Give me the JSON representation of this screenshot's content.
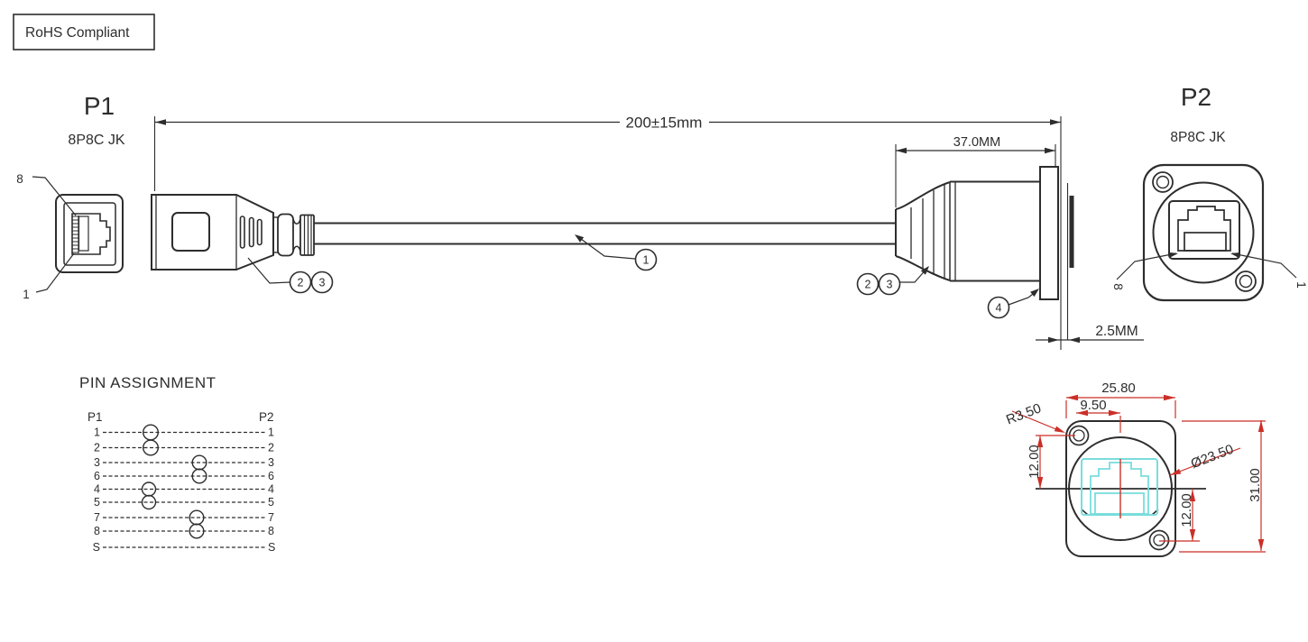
{
  "colors": {
    "line": "#2d2d2d",
    "dim_red": "#cb2f28",
    "dim_green": "#3fb23f",
    "jack_cyan": "#79dcdc"
  },
  "badge": {
    "label": "RoHS Compliant"
  },
  "p1": {
    "title": "P1",
    "subtitle": "8P8C JK",
    "pin_top_label": "8",
    "pin_bottom_label": "1"
  },
  "p2": {
    "title": "P2",
    "subtitle": "8P8C JK",
    "pin_left_label": "8",
    "pin_right_label": "1"
  },
  "dimensions": {
    "overall_length": "200±15mm",
    "connector_length": "37.0MM",
    "panel_gap": "2.5MM"
  },
  "callouts": {
    "cable": "1",
    "p1_relief_a": "2",
    "p1_relief_b": "3",
    "p2_relief_a": "2",
    "p2_relief_b": "3",
    "flange": "4"
  },
  "pin_assignment": {
    "title": "PIN  ASSIGNMENT",
    "left_header": "P1",
    "right_header": "P2",
    "rows": [
      {
        "left": "1",
        "right": "1"
      },
      {
        "left": "2",
        "right": "2"
      },
      {
        "left": "3",
        "right": "3"
      },
      {
        "left": "6",
        "right": "6"
      },
      {
        "left": "4",
        "right": "4"
      },
      {
        "left": "5",
        "right": "5"
      },
      {
        "left": "7",
        "right": "7"
      },
      {
        "left": "8",
        "right": "8"
      },
      {
        "left": "S",
        "right": "S"
      }
    ],
    "twisted_pairs": [
      "1-2",
      "3-6",
      "4-5",
      "7-8"
    ]
  },
  "face_view": {
    "plate_width": "25.80",
    "hole_to_center": "9.50",
    "corner_radius": "R3.50",
    "barrel_diameter": "Ø23.50",
    "upper_offset": "12.00",
    "lower_offset": "12.00",
    "plate_height": "31.00"
  }
}
